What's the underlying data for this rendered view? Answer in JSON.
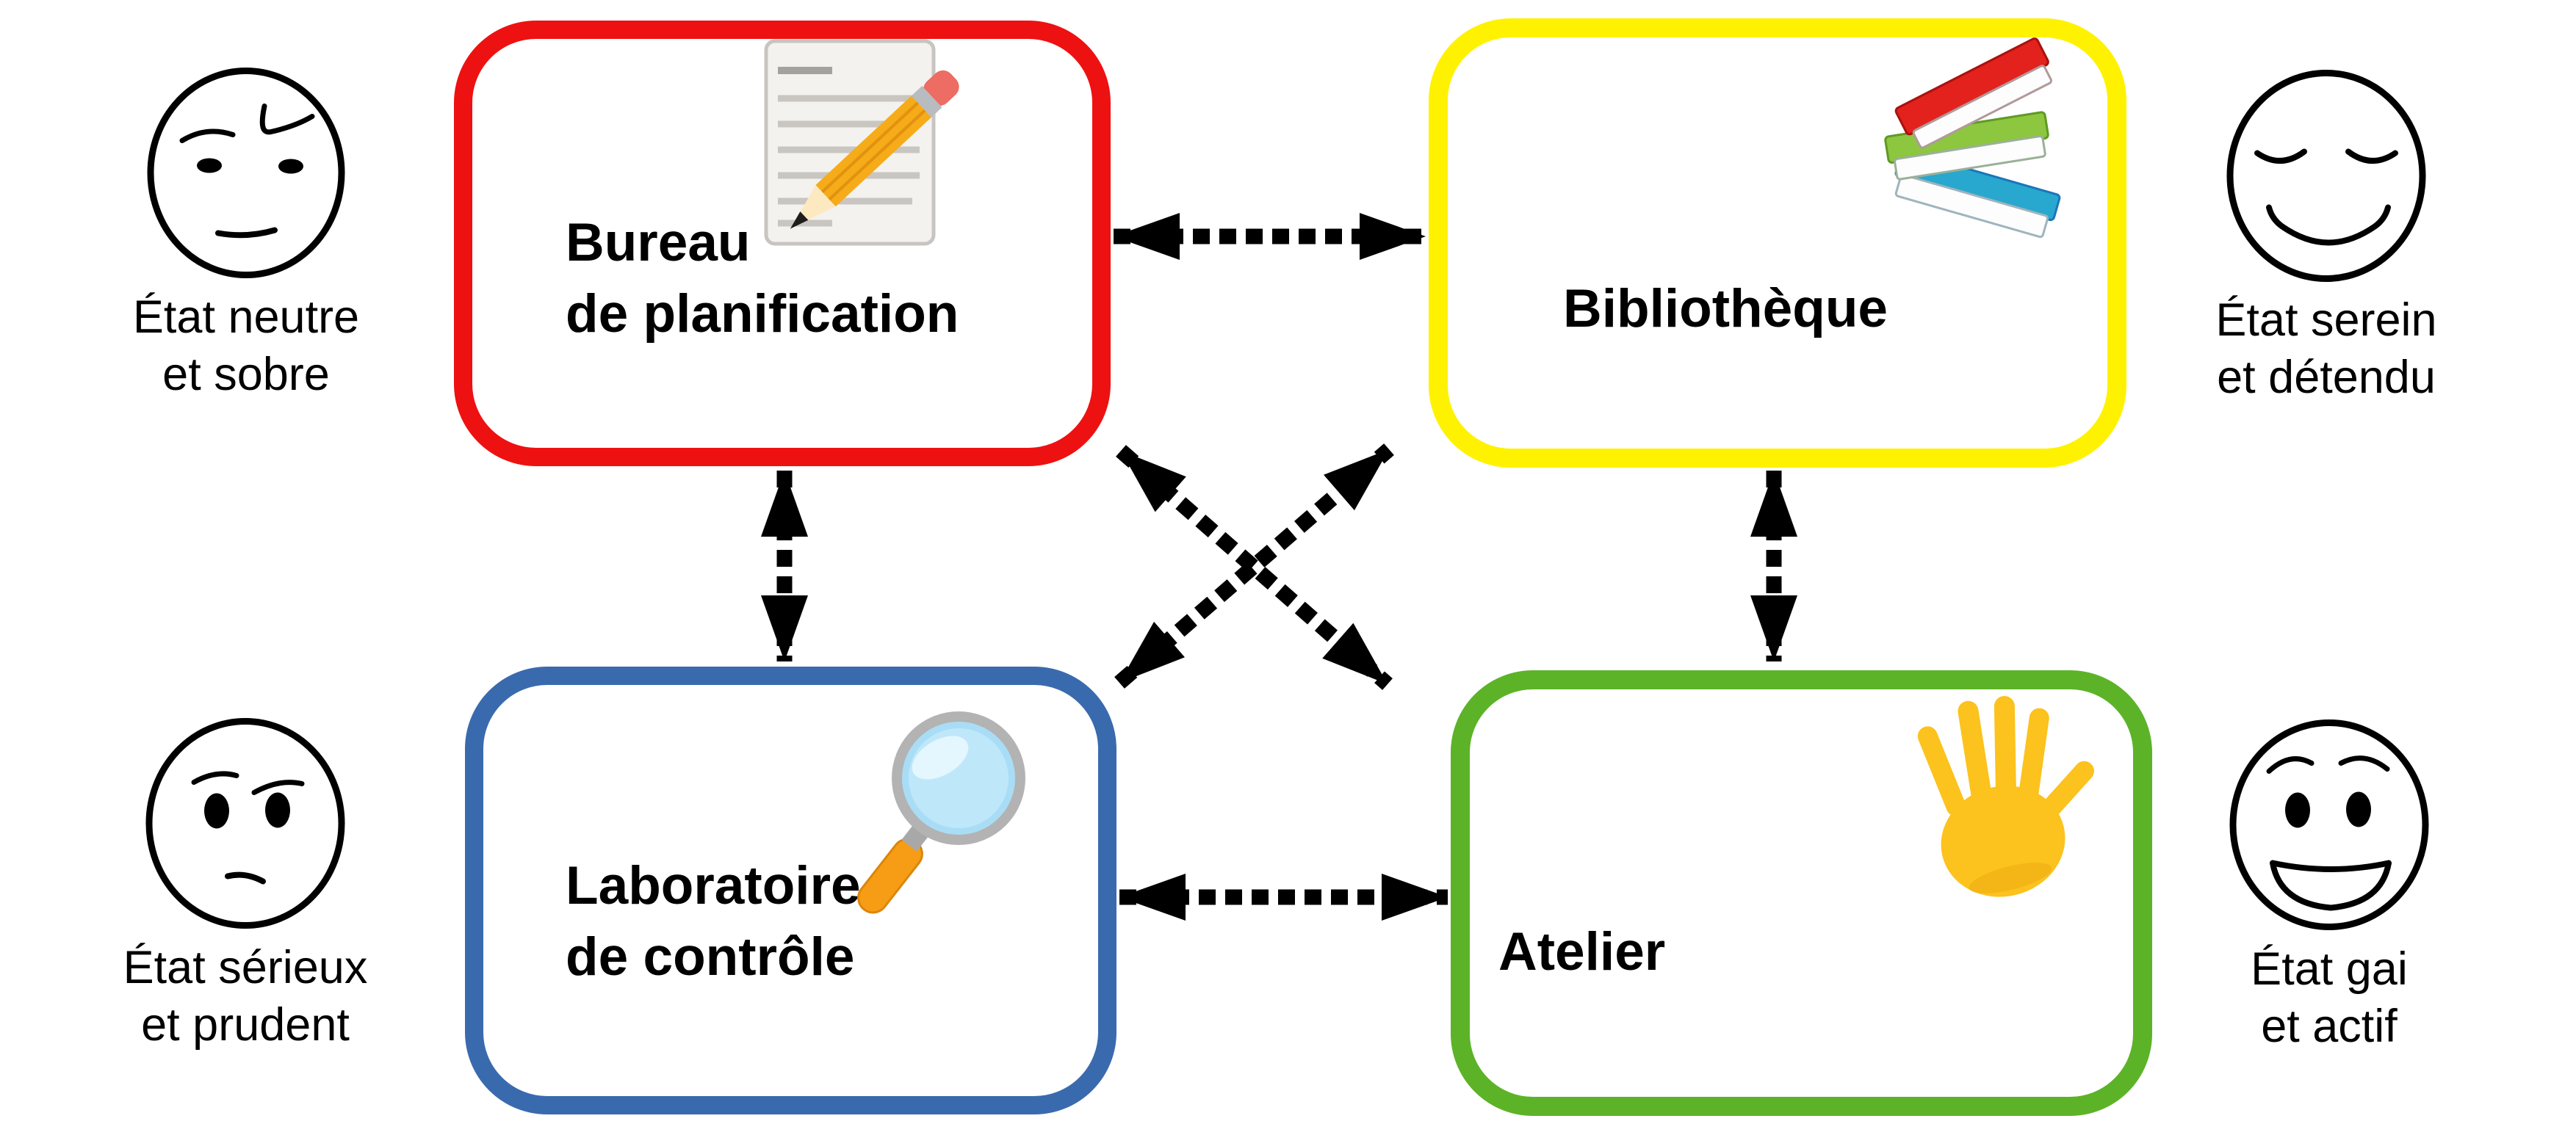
{
  "diagram": {
    "background_color": "#ffffff",
    "nodes": [
      {
        "id": "bureau-de-planification",
        "label_line1": "Bureau",
        "label_line2": "de planification",
        "border_color": "#ee1111",
        "icon": "memo-pencil-icon"
      },
      {
        "id": "bibliotheque",
        "label_line1": "Bibliothèque",
        "label_line2": "",
        "border_color": "#fff200",
        "icon": "books-stack-icon"
      },
      {
        "id": "laboratoire-de-controle",
        "label_line1": "Laboratoire",
        "label_line2": "de contrôle",
        "border_color": "#3a6aae",
        "icon": "magnifying-glass-icon"
      },
      {
        "id": "atelier",
        "label_line1": "Atelier",
        "label_line2": "",
        "border_color": "#5cb327",
        "icon": "waving-hand-icon"
      }
    ],
    "moods": [
      {
        "id": "neutre",
        "face": "neutral-face",
        "caption_line1": "État neutre",
        "caption_line2": "et sobre",
        "position": "top-left"
      },
      {
        "id": "serein",
        "face": "serene-face",
        "caption_line1": "État serein",
        "caption_line2": "et détendu",
        "position": "top-right"
      },
      {
        "id": "serieux",
        "face": "worried-face",
        "caption_line1": "État sérieux",
        "caption_line2": "et prudent",
        "position": "bottom-left"
      },
      {
        "id": "gai",
        "face": "happy-face",
        "caption_line1": "État gai",
        "caption_line2": "et actif",
        "position": "bottom-right"
      }
    ],
    "connections": [
      {
        "from": "bureau-de-planification",
        "to": "bibliotheque",
        "style": "dashed-double-arrow"
      },
      {
        "from": "bureau-de-planification",
        "to": "laboratoire-de-controle",
        "style": "dashed-double-arrow"
      },
      {
        "from": "bibliotheque",
        "to": "atelier",
        "style": "dashed-double-arrow"
      },
      {
        "from": "laboratoire-de-controle",
        "to": "atelier",
        "style": "dashed-double-arrow"
      },
      {
        "from": "bureau-de-planification",
        "to": "atelier",
        "style": "dashed-double-arrow"
      },
      {
        "from": "bibliotheque",
        "to": "laboratoire-de-controle",
        "style": "dashed-double-arrow"
      }
    ]
  }
}
